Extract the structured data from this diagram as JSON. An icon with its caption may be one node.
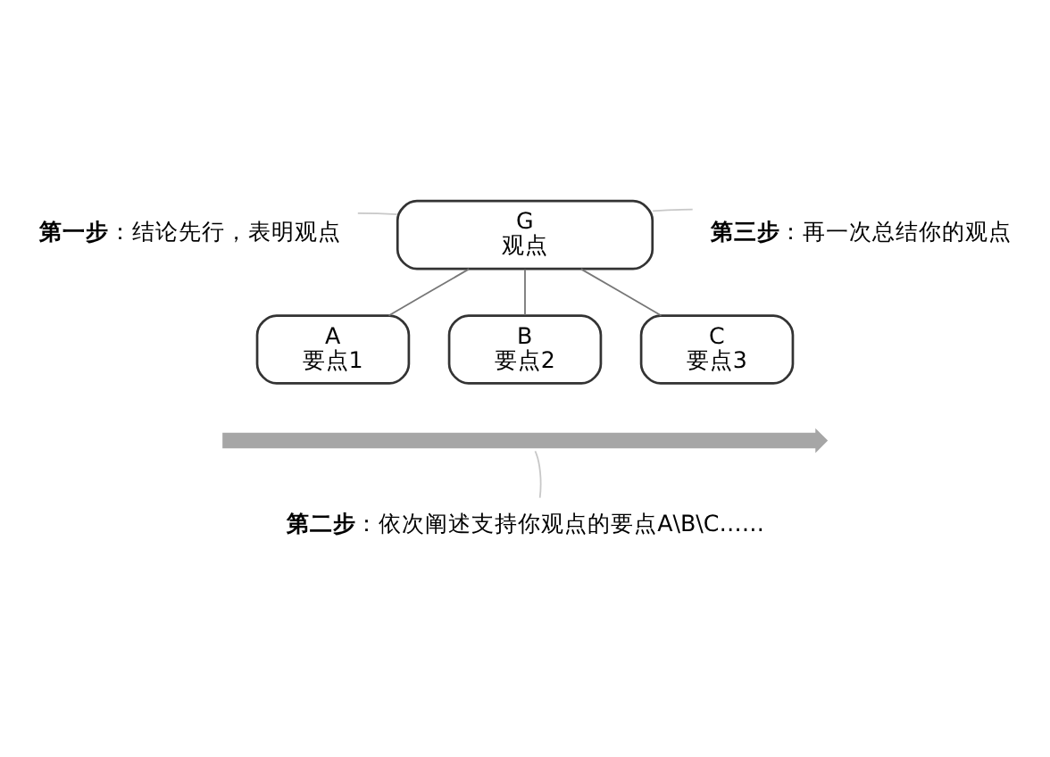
{
  "diagram": {
    "nodes": [
      {
        "text": [
          "**第一步**：结论先行，表明观点"
        ]
      },
      {
        "text": [
          "**第三步**：再一次总结你的观点"
        ]
      },
      {
        "text": [
          "G",
          "观点"
        ]
      },
      {
        "text": [
          "A",
          "要点1"
        ]
      },
      {
        "text": [
          "B",
          "要点2"
        ]
      },
      {
        "text": [
          "C",
          "要点3"
        ]
      },
      {
        "text": [],
        "shape": "arrow"
      },
      {
        "text": [
          "**第二步**：依次阐述支持你观点的要点A\\B\\C……"
        ]
      }
    ],
    "edges": [
      {
        "from": 2,
        "to": 3,
        "arrow": "none"
      },
      {
        "from": 2,
        "to": 4,
        "arrow": "none"
      },
      {
        "from": 2,
        "to": 5,
        "arrow": "none"
      },
      {
        "from": 0,
        "to": 2,
        "arrow": "none",
        "color": "#c8c8c8"
      },
      {
        "from": 1,
        "to": 2,
        "arrow": "none",
        "color": "#c8c8c8"
      },
      {
        "from": 7,
        "to": 6,
        "arrow": "none",
        "color": "#c8c8c8"
      }
    ]
  }
}
